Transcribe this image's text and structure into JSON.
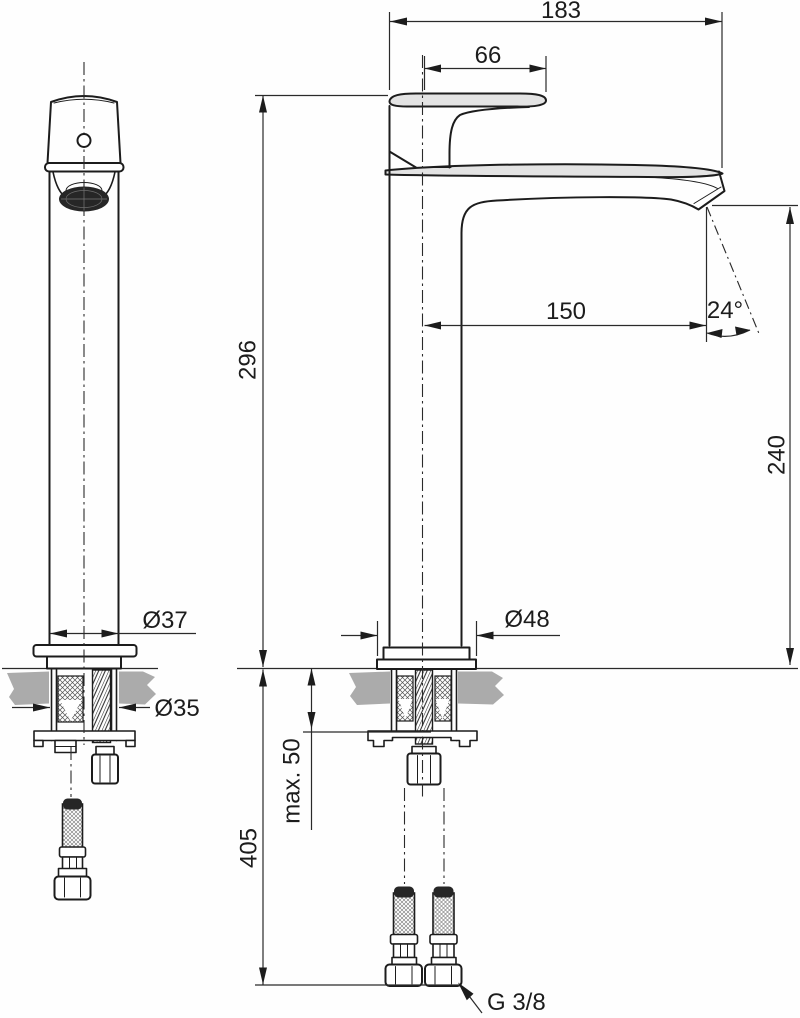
{
  "dims": {
    "overall_width": "183",
    "handle_width": "66",
    "body_height": "296",
    "spout_reach": "150",
    "spout_angle": "24°",
    "outlet_height": "240",
    "front_base_diameter": "Ø37",
    "thread_diameter": "Ø35",
    "side_base_diameter": "Ø48",
    "max_deck_thickness": "max. 50",
    "hose_length": "405",
    "hose_thread": "G 3/8"
  },
  "colors": {
    "line": "#1c1c1c",
    "counter_gray": "#ababab",
    "aerator_dark": "#262626",
    "deck_shade": "#e3e3e3"
  }
}
